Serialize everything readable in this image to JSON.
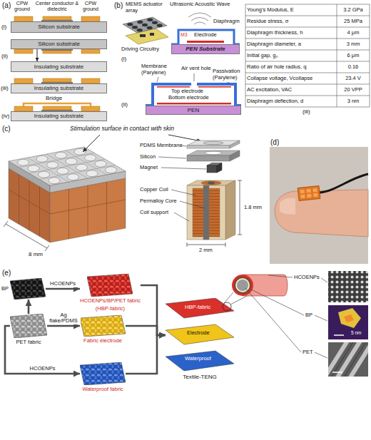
{
  "diagram": {
    "nodes": [
      {
        "text": [
          "Silicon substrate"
        ]
      },
      {
        "text": [
          "Silicon substrate"
        ]
      },
      {
        "text": [
          "Insulating substrate"
        ]
      },
      {
        "text": [
          "Insulating substrate"
        ]
      },
      {
        "text": [
          "Insulating substrate"
        ]
      },
      {
        "text": [
          "PEN Substrate"
        ]
      },
      {
        "text": [
          "PEN"
        ]
      },
      {
        "text": [
          "BP"
        ]
      },
      {
        "text": [
          "PET fabric"
        ]
      },
      {
        "text": [
          "HCOENPs/BP/PET fabric",
          "(HBP-fabric)"
        ]
      },
      {
        "text": [
          "Fabric electrode"
        ]
      },
      {
        "text": [
          "Waterproof fabric"
        ]
      },
      {
        "text": [
          "Textile-TENG"
        ]
      }
    ],
    "edges": [
      {
        "from": 1,
        "to": 2,
        "arrow": "to"
      },
      {
        "from": 8,
        "to": 7,
        "arrow": "to"
      },
      {
        "from": 7,
        "to": 9,
        "label": "HCOENPs",
        "arrow": "to"
      },
      {
        "from": 8,
        "to": 10,
        "label": "Ag flake/PDMS",
        "arrow": "to"
      },
      {
        "from": 8,
        "to": 11,
        "label": "HCOENPs",
        "arrow": "to"
      },
      {
        "from": 9,
        "to": 12,
        "arrow": "to"
      },
      {
        "from": 10,
        "to": 12,
        "arrow": "to"
      },
      {
        "from": 11,
        "to": 12,
        "arrow": "to"
      }
    ],
    "labels": [
      "(a)",
      "CPW ground",
      "Center conductor & dielectric",
      "CPW ground",
      "(i)",
      "(ii)",
      "(iii)",
      "Bridge",
      "(iv)",
      "(b)",
      "MEMS actuator array",
      "Ultrasonic Acoustic Wave",
      "Diaphragm",
      "Electrode",
      "M3",
      "Driving Circuitry",
      "(i)",
      "Membrane (Parylene)",
      "Air vent hole",
      "Passivation (Parylene)",
      "Top electrode",
      "Bottom electrode",
      "(ii)",
      "Young's Modulus, E",
      "3.2 GPa",
      "Residue stress, σ",
      "25 MPa",
      "Diaphragm thickness, h",
      "4 μm",
      "Diaphragm diameter, a",
      "3 mm",
      "Initial gap, g₀",
      "6 μm",
      "Ratio of air hole radius, q",
      "0.16",
      "Collapse voltage, Vcollapse",
      "23.4 V",
      "AC excitation, VAC",
      "20 VPP",
      "Diaphragm deflection, d",
      "3 nm",
      "(iii)",
      "(c)",
      "Stimulation surface in contact with skin",
      "PDMS Membrane",
      "Silicon",
      "Magnet",
      "Copper Coil",
      "Permalloy Core",
      "Coil support",
      "1.8 mm",
      "8 mm",
      "2 mm",
      "(d)",
      "(e)",
      "HBP-fabric",
      "Electrode",
      "Waterproof",
      "HCOENPs",
      "BP",
      "PET",
      "5 nm"
    ]
  }
}
